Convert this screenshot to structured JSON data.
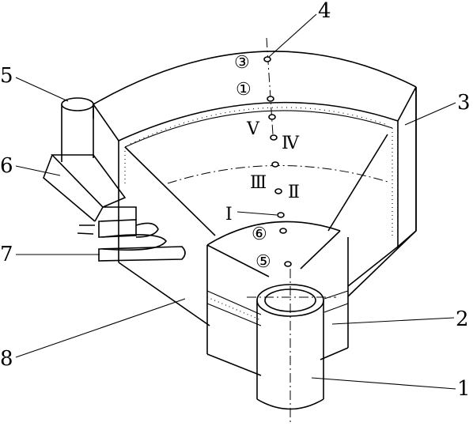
{
  "callouts": [
    "1",
    "2",
    "3",
    "4",
    "5",
    "6",
    "7",
    "8"
  ],
  "markers": {
    "c3": "③",
    "c1": "①",
    "c6": "⑥",
    "c5": "⑤",
    "r5": "Ⅴ",
    "r4": "Ⅳ",
    "r3": "Ⅲ",
    "r2": "Ⅱ",
    "r1": "Ⅰ"
  }
}
